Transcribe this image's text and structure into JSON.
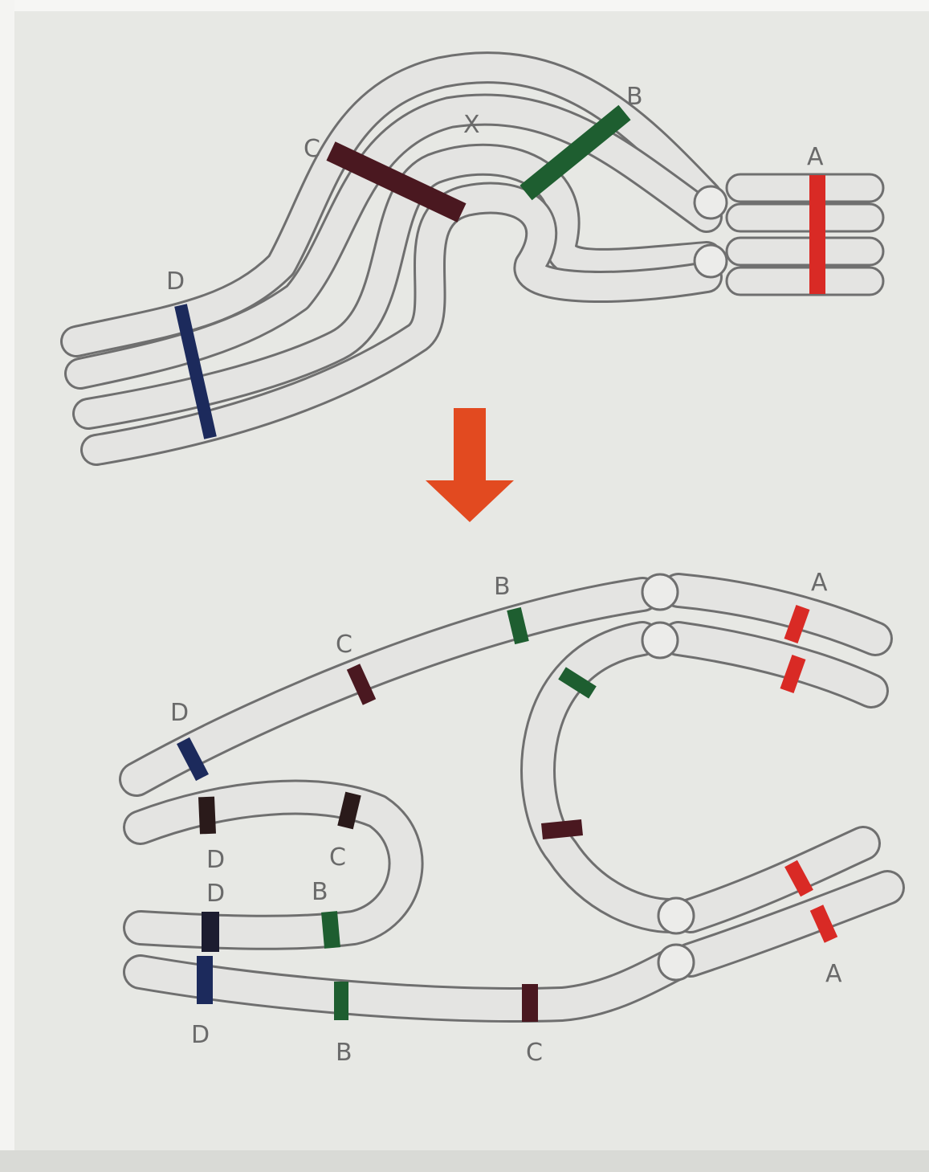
{
  "colors": {
    "background": "#e7e8e4",
    "chromosome_fill": "#e4e4e2",
    "chromosome_outline": "#6f6f6f",
    "gene_A": "#d92a25",
    "gene_B": "#1e5e30",
    "gene_C": "#4a1820",
    "gene_D": "#1c2a5c",
    "arrow": "#e24a20",
    "label": "#6a6a6a"
  },
  "top": {
    "label_C": "C",
    "label_B": "B",
    "label_A": "A",
    "label_D": "D",
    "crossover_mark": "X"
  },
  "bottom": {
    "label_B1": "B",
    "label_A1": "A",
    "label_C1": "C",
    "label_D1": "D",
    "label_D2": "D",
    "label_C2": "C",
    "label_D3": "D",
    "label_B2": "B",
    "label_D4": "D",
    "label_B3": "B",
    "label_C3": "C",
    "label_A2": "A"
  }
}
